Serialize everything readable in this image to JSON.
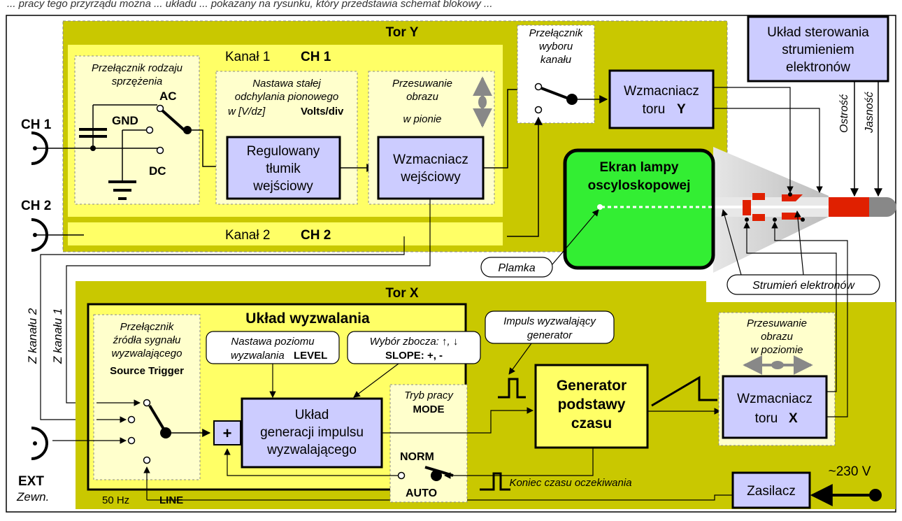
{
  "colors": {
    "olive_panel": "#c9c800",
    "light_yellow": "#ffff66",
    "pale_yellow": "#ffffcc",
    "block_fill": "#ccccff",
    "screen_green": "#33ee33",
    "gun_red": "#e02000",
    "grey": "#888888"
  },
  "top_text": "... pracy tego przyrządu można ... układu ... pokazany na rysunku, który przedstawia schemat blokowy ...",
  "tor_y": {
    "title": "Tor Y",
    "kanal1": "Kanał 1",
    "ch1_bold": "CH 1",
    "kanal2": "Kanał 2",
    "ch2_bold": "CH 2",
    "coupling_switch": [
      "Przełącznik rodzaju",
      "sprzężenia"
    ],
    "ac": "AC",
    "gnd": "GND",
    "dc": "DC",
    "attenuator_setting": [
      "Nastawa stałej",
      "odchylania pionowego"
    ],
    "attenuator_unit": "w [V/dz]",
    "volts_div": "Volts/div",
    "attenuator_block": [
      "Regulowany",
      "tłumik",
      "wejściowy"
    ],
    "vshift": [
      "Przesuwanie",
      "obrazu",
      "w pionie"
    ],
    "input_amp": [
      "Wzmacniacz",
      "wejściowy"
    ],
    "channel_switch": [
      "Przełącznik",
      "wyboru",
      "kanału"
    ],
    "y_amp_line1": "Wzmacniacz",
    "y_amp_line2": "toru",
    "y_amp_bold": "Y"
  },
  "inputs": {
    "ch1": "CH 1",
    "ch2": "CH 2",
    "ext": "EXT",
    "ext_sub": "Zewn."
  },
  "beam_control": [
    "Układ sterowania",
    "strumieniem",
    "elektronów"
  ],
  "ostrosc": "Ostrość",
  "jasnosc": "Jasność",
  "screen": [
    "Ekran lampy",
    "oscyloskopowej"
  ],
  "plamka": "Plamka",
  "strumien": "Strumień elektronów",
  "z_kanalu_2": "Z kanału 2",
  "z_kanalu_1": "Z kanału 1",
  "tor_x": {
    "title": "Tor X",
    "trigger_title": "Układ wyzwalania",
    "source_switch": [
      "Przełącznik",
      "źródła sygnału",
      "wyzwalającego"
    ],
    "source_trigger": "Source Trigger",
    "level_label": [
      "Nastawa poziomu",
      "wyzwalania"
    ],
    "level_bold": "LEVEL",
    "slope_label": "Wybór zbocza: ↑, ↓",
    "slope_bold": "SLOPE: +, -",
    "plus": "+",
    "pulse_gen": [
      "Układ",
      "generacji impulsu",
      "wyzwalającego"
    ],
    "mode_label": "Tryb pracy",
    "mode_bold": "MODE",
    "norm": "NORM",
    "auto": "AUTO",
    "trigger_pulse": [
      "Impuls wyzwalający",
      "generator"
    ],
    "timebase": [
      "Generator",
      "podstawy",
      "czasu"
    ],
    "wait_end": "Koniec czasu oczekiwania",
    "hshift": [
      "Przesuwanie",
      "obrazu",
      "w poziomie"
    ],
    "x_amp_line1": "Wzmacniacz",
    "x_amp_line2": "toru",
    "x_amp_bold": "X",
    "hz50": "50 Hz",
    "line": "LINE"
  },
  "power": "Zasilacz",
  "mains": "~230 V"
}
